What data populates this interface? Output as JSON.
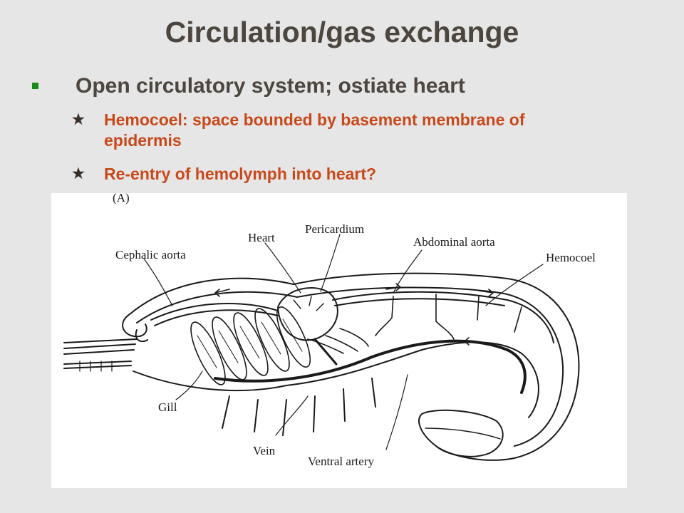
{
  "slide": {
    "title": "Circulation/gas exchange",
    "main_bullet": "Open circulatory system; ostiate heart",
    "sub_bullets": [
      "Hemocoel: space bounded by basement membrane of epidermis",
      "Re-entry of hemolymph into heart?"
    ]
  },
  "diagram": {
    "panel_label": "(A)",
    "labels": {
      "heart": "Heart",
      "pericardium": "Pericardium",
      "cephalic_aorta": "Cephalic aorta",
      "abdominal_aorta": "Abdominal aorta",
      "hemocoel": "Hemocoel",
      "gill": "Gill",
      "vein": "Vein",
      "ventral_artery": "Ventral artery"
    }
  },
  "colors": {
    "title": "#4d463f",
    "sub_bullet_text": "#c8481a",
    "main_bullet_marker": "#1a8a1a",
    "background": "#e6e6e6"
  }
}
